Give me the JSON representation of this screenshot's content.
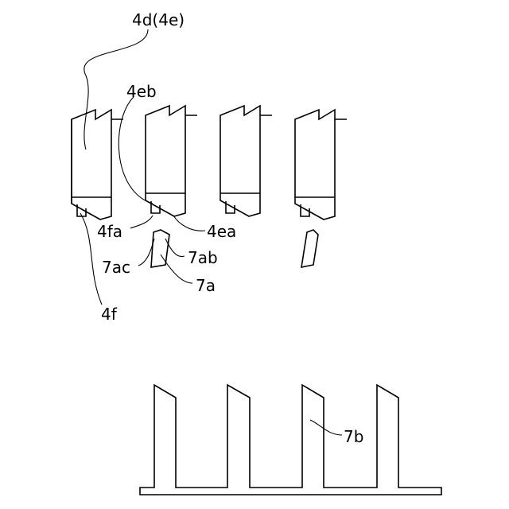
{
  "labels": {
    "l_4d4e": "4d(4e)",
    "l_4eb": "4eb",
    "l_4fa": "4fa",
    "l_4ea": "4ea",
    "l_7ab": "7ab",
    "l_7ac": "7ac",
    "l_7a": "7a",
    "l_4f": "4f",
    "l_7b": "7b"
  },
  "colors": {
    "stroke": "#000000",
    "background": "#ffffff"
  }
}
